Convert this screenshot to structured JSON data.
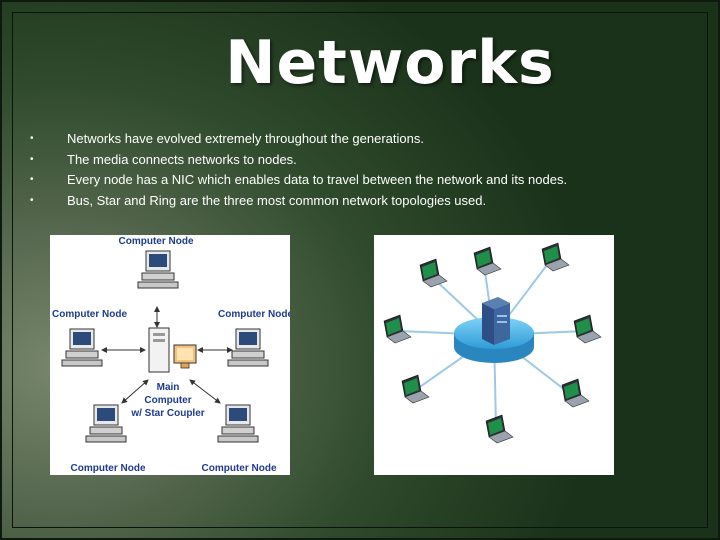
{
  "slide": {
    "title": "Networks",
    "bullets": [
      "Networks have evolved extremely throughout the generations.",
      "The media connects networks to nodes.",
      "Every node has a NIC which enables data to travel between the network and its nodes.",
      "Bus, Star and Ring are the three most common network topologies used."
    ]
  },
  "diagram_left": {
    "labels": {
      "top": "Computer Node",
      "left": "Computer Node",
      "right": "Computer Node",
      "bottom_left": "Computer Node",
      "bottom_right": "Computer Node",
      "main_1": "Main",
      "main_2": "Computer",
      "main_3": "w/ Star Coupler"
    }
  },
  "colors": {
    "background_dark": "#1a321a",
    "background_light": "#77866d",
    "text": "#ffffff",
    "hub_blue": "#3aa0d8",
    "label_blue": "#1f3b8f"
  }
}
